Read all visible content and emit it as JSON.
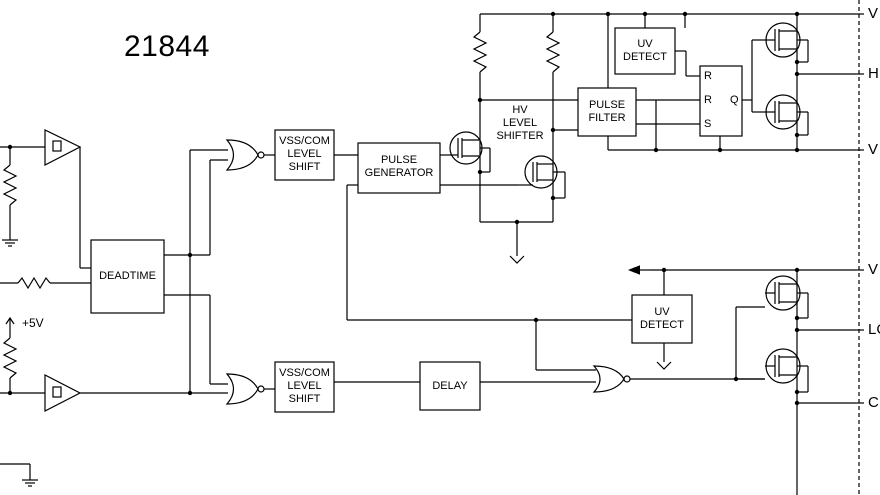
{
  "title": "21844",
  "blocks": {
    "deadtime": "DEADTIME",
    "level_shift_top": [
      "VSS/COM",
      "LEVEL",
      "SHIFT"
    ],
    "level_shift_bottom": [
      "VSS/COM",
      "LEVEL",
      "SHIFT"
    ],
    "pulse_generator": [
      "PULSE",
      "GENERATOR"
    ],
    "hv_level_shifter": [
      "HV",
      "LEVEL",
      "SHIFTER"
    ],
    "pulse_filter": [
      "PULSE",
      "FILTER"
    ],
    "uv_detect_top": [
      "UV",
      "DETECT"
    ],
    "uv_detect_bottom": [
      "UV",
      "DETECT"
    ],
    "delay": "DELAY"
  },
  "flipflop": {
    "r1": "R",
    "r2": "R",
    "s": "S",
    "q": "Q"
  },
  "supply_label": "+5V",
  "pins": [
    "V",
    "H",
    "V",
    "V",
    "LC",
    "C"
  ]
}
